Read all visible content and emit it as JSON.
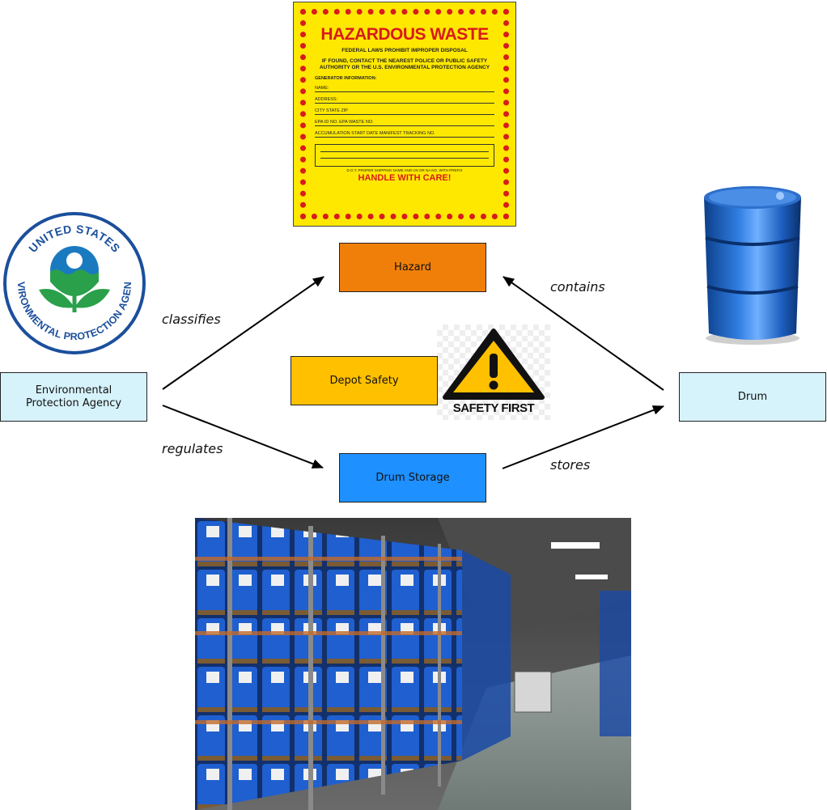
{
  "nodes": {
    "hazard": "Hazard",
    "depot_safety": "Depot Safety",
    "epa": "Environmental\nProtection Agency",
    "drum": "Drum",
    "drum_storage": "Drum Storage"
  },
  "edges": {
    "classifies": "classifies",
    "contains": "contains",
    "regulates": "regulates",
    "stores": "stores"
  },
  "hazard_label": {
    "title": "HAZARDOUS WASTE",
    "subtitle": "FEDERAL LAWS PROHIBIT IMPROPER DISPOSAL",
    "notice": "IF FOUND, CONTACT THE NEAREST POLICE OR PUBLIC SAFETY AUTHORITY OR THE U.S. ENVIRONMENTAL PROTECTION AGENCY",
    "generator_info": "GENERATOR INFORMATION:",
    "fields": [
      "NAME:",
      "ADDRESS:",
      "CITY          STATE        ZIP",
      "EPA ID NO.          EPA WASTE NO.",
      "ACCUMULATION START DATE          MANIFEST TRACKING NO."
    ],
    "dot_line": "D.O.T. PROPER SHIPPING NAME AND UN OR NA NO. WITH PREFIX",
    "handle": "HANDLE WITH CARE!"
  },
  "epa_seal": {
    "text_top": "UNITED STATES",
    "text_bottom": "ENVIRONMENTAL PROTECTION AGENCY"
  },
  "safety_sign": {
    "text": "SAFETY FIRST"
  },
  "colors": {
    "hazard": "#f07f09",
    "depot_safety": "#ffc000",
    "epa": "#d6f2fb",
    "drum": "#d6f2fb",
    "drum_storage": "#1e90ff",
    "arrow": "#000000"
  }
}
